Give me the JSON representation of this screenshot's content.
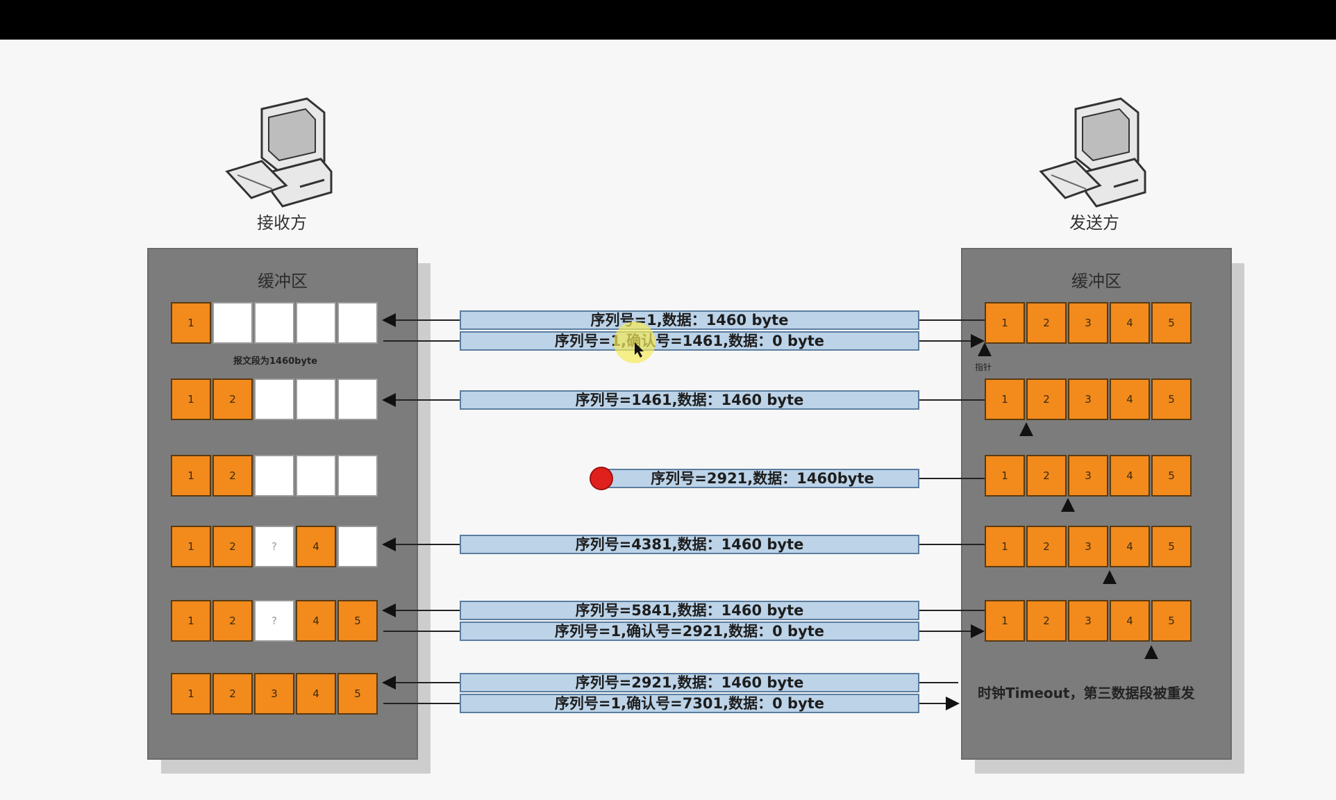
{
  "receiver": {
    "label": "接收方",
    "buffer_title": "缓冲区",
    "segment_note": "报文段为1460byte"
  },
  "sender": {
    "label": "发送方",
    "buffer_title": "缓冲区",
    "pointer_note": "指针",
    "timeout_note": "时钟Timeout，第三数据段被重发"
  },
  "receiver_rows": [
    [
      "1",
      "",
      "",
      "",
      ""
    ],
    [
      "1",
      "2",
      "",
      "",
      ""
    ],
    [
      "1",
      "2",
      "",
      "",
      ""
    ],
    [
      "1",
      "2",
      "?",
      "4",
      ""
    ],
    [
      "1",
      "2",
      "?",
      "4",
      "5"
    ],
    [
      "1",
      "2",
      "3",
      "4",
      "5"
    ]
  ],
  "sender_slots": [
    "1",
    "2",
    "3",
    "4",
    "5"
  ],
  "packets": [
    {
      "text": "序列号=1,数据：1460 byte",
      "dir": "to-receiver"
    },
    {
      "text": "序列号=1,确认号=1461,数据：0 byte",
      "dir": "to-sender"
    },
    {
      "text": "序列号=1461,数据：1460 byte",
      "dir": "to-receiver"
    },
    {
      "text": "序列号=2921,数据：1460byte",
      "dir": "lost"
    },
    {
      "text": "序列号=4381,数据：1460 byte",
      "dir": "to-receiver"
    },
    {
      "text": "序列号=5841,数据：1460 byte",
      "dir": "to-receiver"
    },
    {
      "text": "序列号=1,确认号=2921,数据：0 byte",
      "dir": "to-sender"
    },
    {
      "text": "序列号=2921,数据：1460 byte",
      "dir": "to-receiver"
    },
    {
      "text": "序列号=1,确认号=7301,数据：0 byte",
      "dir": "to-sender"
    }
  ],
  "colors": {
    "filled": "#f28a1c",
    "bar": "#bcd3e8",
    "lost_marker": "#e0201c",
    "cursor_highlight": "#f3ea5a"
  },
  "icons": [
    "computer-icon",
    "pointer-triangle-icon",
    "lost-packet-icon",
    "mouse-cursor-icon"
  ]
}
